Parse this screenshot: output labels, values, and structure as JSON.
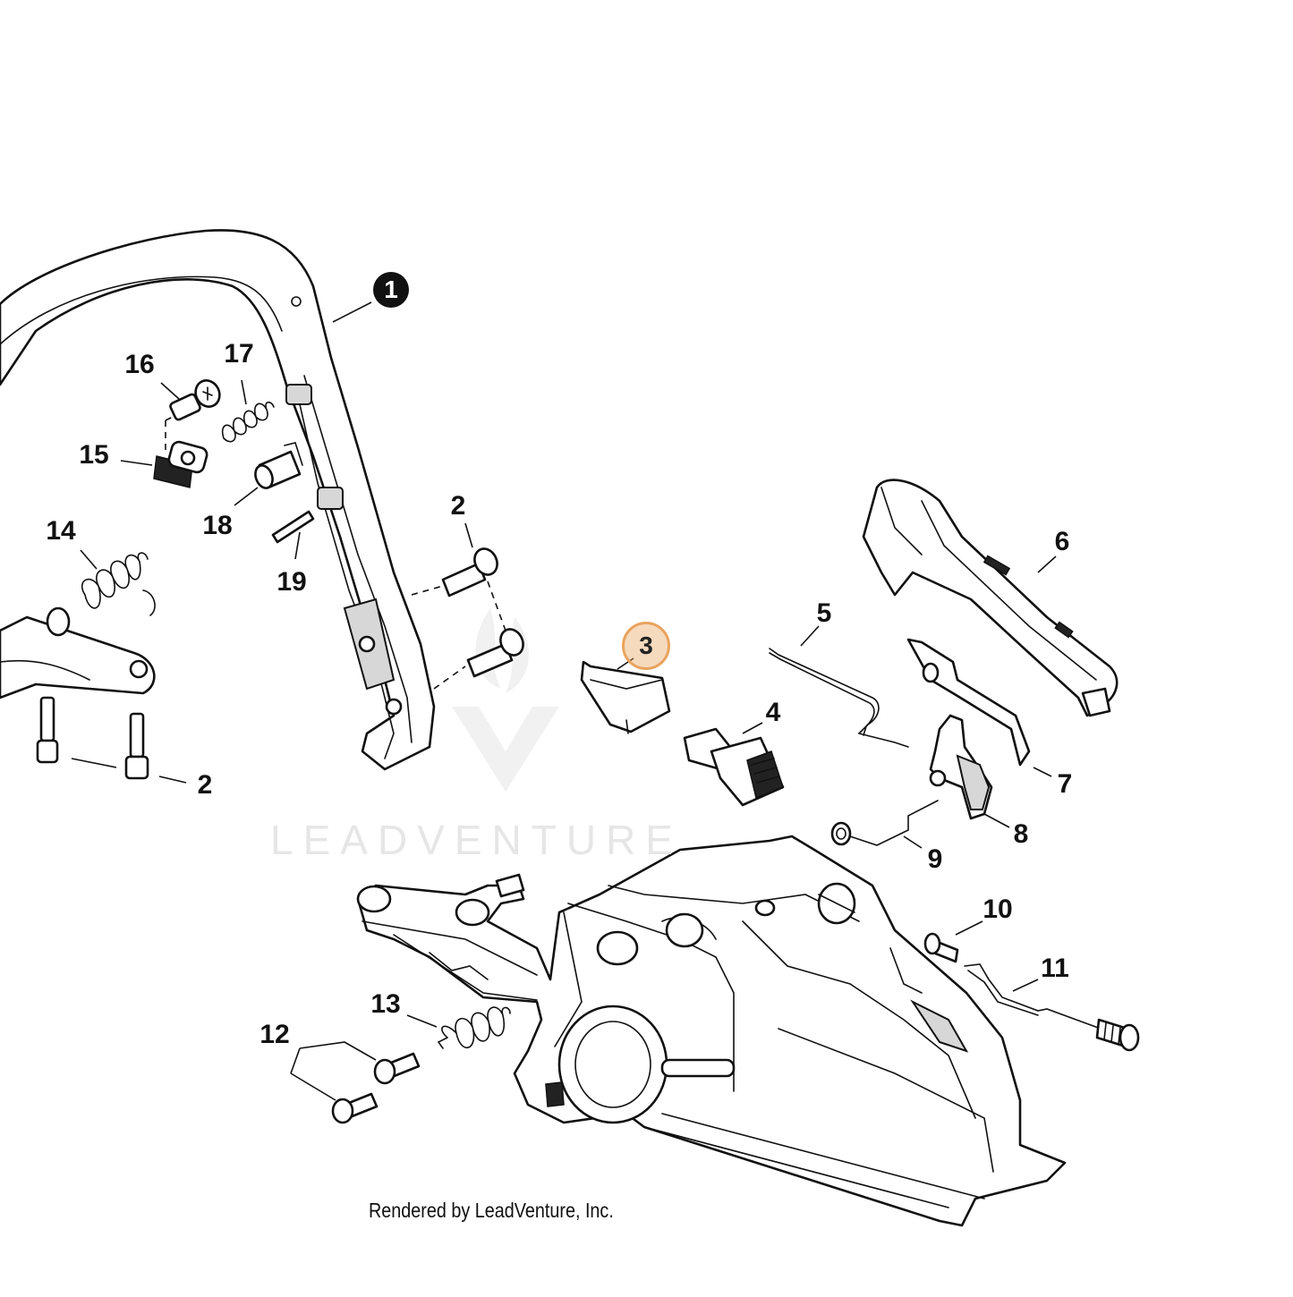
{
  "diagram": {
    "highlight_color": "#e9a35d",
    "callouts": {
      "c1": "1",
      "c2a": "2",
      "c2b": "2",
      "c3": "3",
      "c4": "4",
      "c5": "5",
      "c6": "6",
      "c7": "7",
      "c8": "8",
      "c9": "9",
      "c10": "10",
      "c11": "11",
      "c12": "12",
      "c13": "13",
      "c14": "14",
      "c15": "15",
      "c16": "16",
      "c17": "17",
      "c18": "18",
      "c19": "19"
    },
    "watermark": "LEADVENTURE",
    "credit": "Rendered by LeadVenture, Inc."
  }
}
